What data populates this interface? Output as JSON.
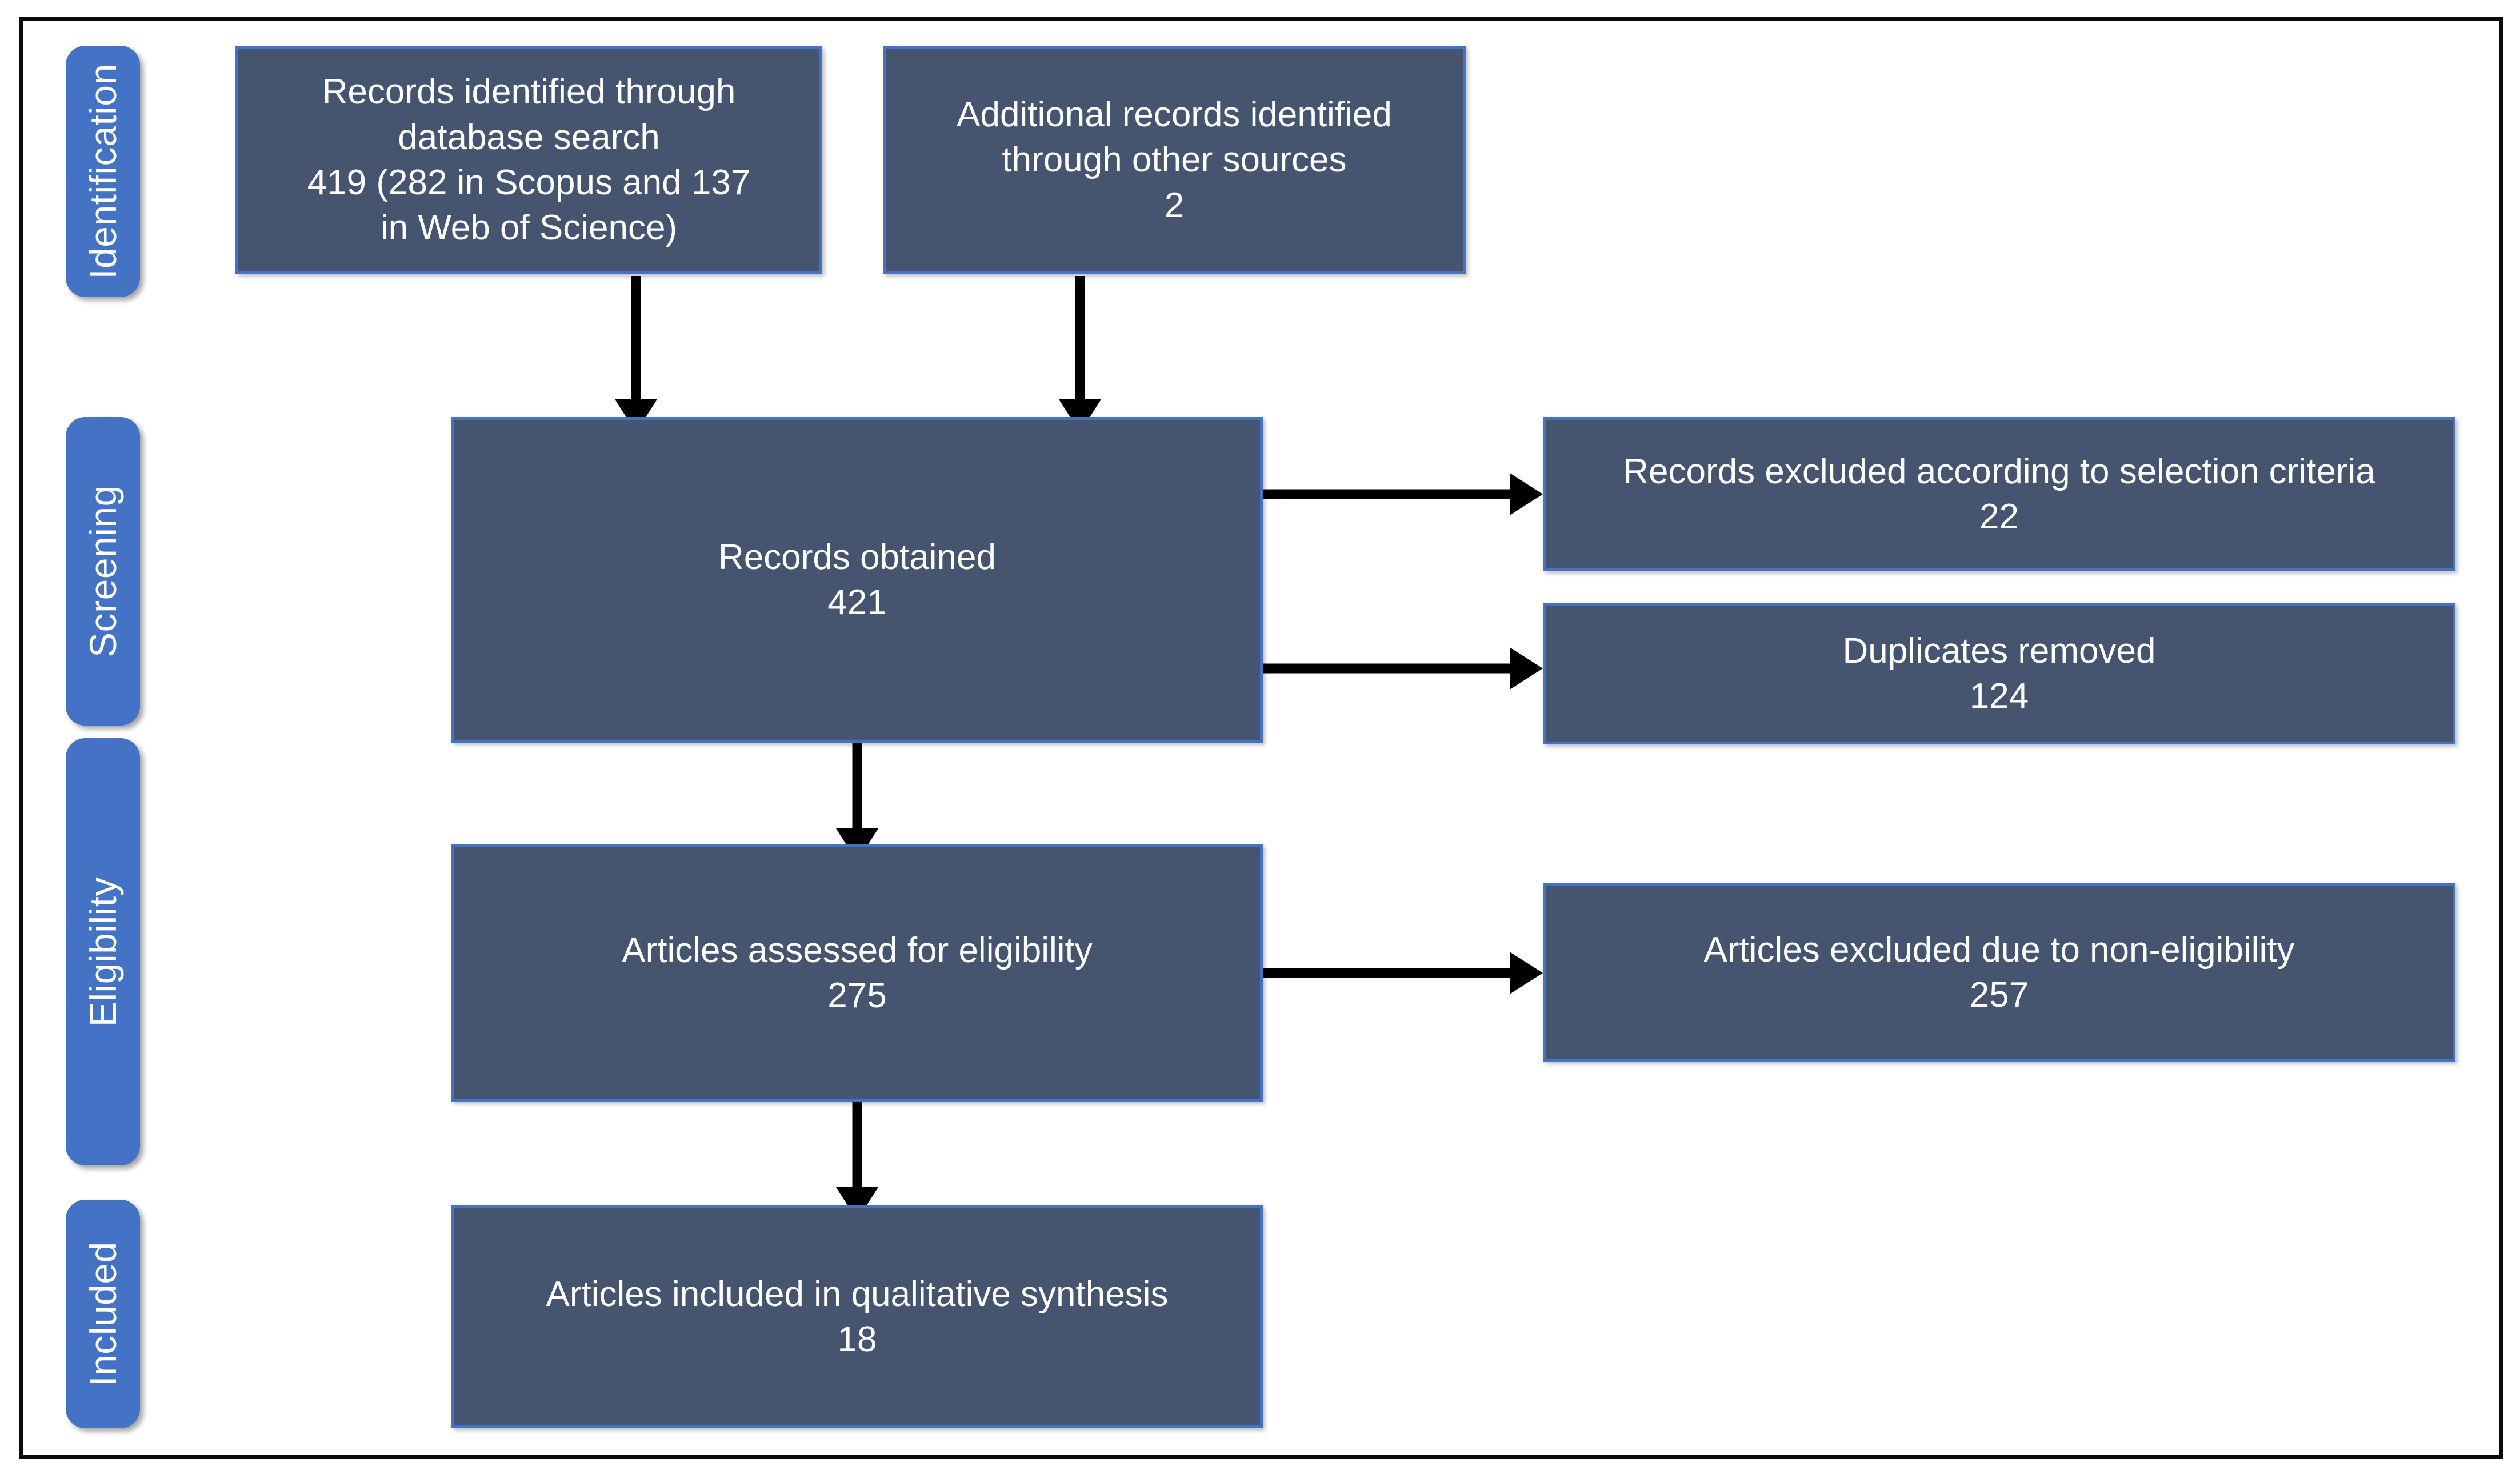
{
  "diagram": {
    "type": "prisma-flow-diagram",
    "colors": {
      "box_fill": "#45546F",
      "box_border": "#4472C4",
      "stage_pill": "#4472C4",
      "box_text": "#ffffff",
      "arrow": "#000000",
      "frame_border": "#0a0a0a",
      "background": "#ffffff"
    }
  },
  "stages": [
    {
      "id": "identification",
      "label": "Identification"
    },
    {
      "id": "screening",
      "label": "Screening"
    },
    {
      "id": "eligibility",
      "label": "Eligibility"
    },
    {
      "id": "included",
      "label": "Included"
    }
  ],
  "boxes": {
    "database_search": {
      "lines": [
        "Records identified through",
        "database search",
        "419 (282 in Scopus and 137",
        "in Web of Science)"
      ]
    },
    "other_sources": {
      "lines": [
        "Additional records identified",
        "through other sources"
      ],
      "count": "2"
    },
    "records_obtained": {
      "lines": [
        "Records obtained"
      ],
      "count": "421"
    },
    "records_excluded": {
      "lines": [
        "Records excluded according to selection criteria"
      ],
      "count": "22"
    },
    "duplicates_removed": {
      "lines": [
        "Duplicates removed"
      ],
      "count": "124"
    },
    "assessed_eligibility": {
      "lines": [
        "Articles assessed for eligibility"
      ],
      "count": "275"
    },
    "articles_excluded": {
      "lines": [
        "Articles excluded due to non-eligibility"
      ],
      "count": "257"
    },
    "included_synthesis": {
      "lines": [
        "Articles included in qualitative synthesis"
      ],
      "count": "18"
    }
  },
  "chart_data": {
    "type": "diagram",
    "title": "PRISMA flow diagram",
    "nodes": [
      {
        "id": "database_search",
        "stage": "Identification",
        "label": "Records identified through database search",
        "value": 419,
        "detail": "419 (282 in Scopus and 137 in Web of Science)"
      },
      {
        "id": "other_sources",
        "stage": "Identification",
        "label": "Additional records identified through other sources",
        "value": 2
      },
      {
        "id": "records_obtained",
        "stage": "Screening",
        "label": "Records obtained",
        "value": 421
      },
      {
        "id": "records_excluded",
        "stage": "Screening",
        "label": "Records excluded according to selection criteria",
        "value": 22
      },
      {
        "id": "duplicates_removed",
        "stage": "Screening",
        "label": "Duplicates removed",
        "value": 124
      },
      {
        "id": "assessed_eligibility",
        "stage": "Eligibility",
        "label": "Articles assessed for eligibility",
        "value": 275
      },
      {
        "id": "articles_excluded",
        "stage": "Eligibility",
        "label": "Articles excluded due to non-eligibility",
        "value": 257
      },
      {
        "id": "included_synthesis",
        "stage": "Included",
        "label": "Articles included in qualitative synthesis",
        "value": 18
      }
    ],
    "edges": [
      {
        "from": "database_search",
        "to": "records_obtained",
        "direction": "down"
      },
      {
        "from": "other_sources",
        "to": "records_obtained",
        "direction": "down"
      },
      {
        "from": "records_obtained",
        "to": "records_excluded",
        "direction": "right"
      },
      {
        "from": "records_obtained",
        "to": "duplicates_removed",
        "direction": "right"
      },
      {
        "from": "records_obtained",
        "to": "assessed_eligibility",
        "direction": "down"
      },
      {
        "from": "assessed_eligibility",
        "to": "articles_excluded",
        "direction": "right"
      },
      {
        "from": "assessed_eligibility",
        "to": "included_synthesis",
        "direction": "down"
      }
    ]
  }
}
